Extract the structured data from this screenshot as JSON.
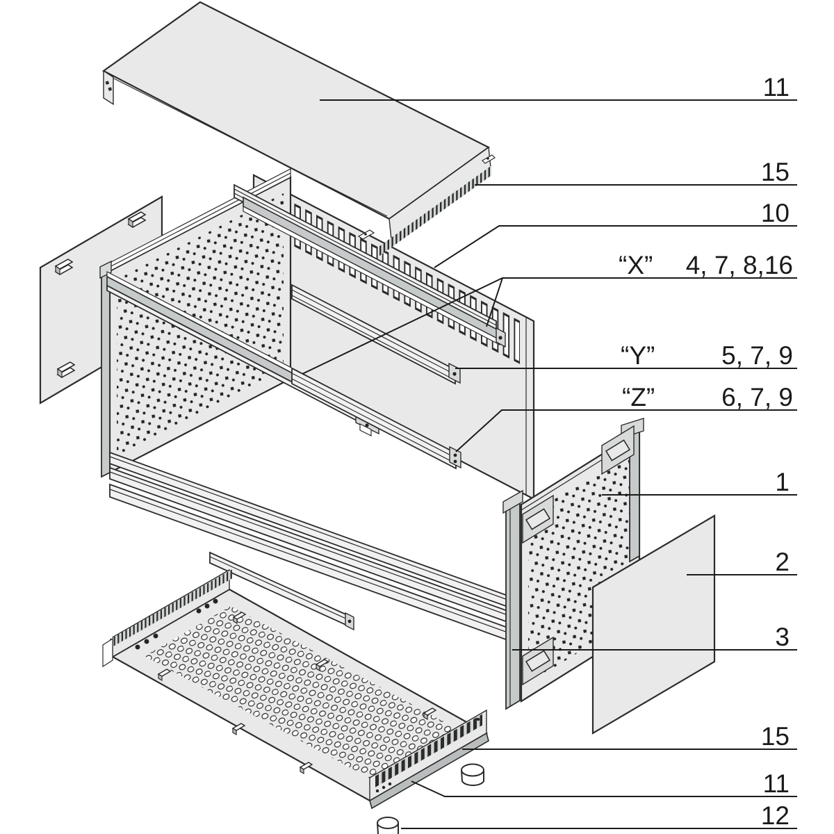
{
  "diagram": {
    "type": "exploded-assembly-technical-drawing",
    "colors": {
      "background": "#ffffff",
      "line": "#2b2b2b",
      "panel_fill": "#e9e9e9",
      "accent_fill": "#c6caca",
      "text": "#1a1a1a"
    },
    "callouts": [
      {
        "id": "top-cover",
        "label": "11"
      },
      {
        "id": "threaded-strip-top",
        "label": "15"
      },
      {
        "id": "rear-panel",
        "label": "10"
      },
      {
        "id": "rail-x",
        "prefix": "“X”",
        "label": "4, 7, 8,16"
      },
      {
        "id": "rail-y",
        "prefix": "“Y”",
        "label": "5, 7, 9"
      },
      {
        "id": "rail-z",
        "prefix": "“Z”",
        "label": "6, 7, 9"
      },
      {
        "id": "side-plate-right",
        "label": "1"
      },
      {
        "id": "side-cover-sheet",
        "label": "2"
      },
      {
        "id": "front-profile",
        "label": "3"
      },
      {
        "id": "threaded-strip-bottom",
        "label": "15"
      },
      {
        "id": "bottom-cover",
        "label": "11"
      },
      {
        "id": "foot",
        "label": "12"
      }
    ]
  }
}
